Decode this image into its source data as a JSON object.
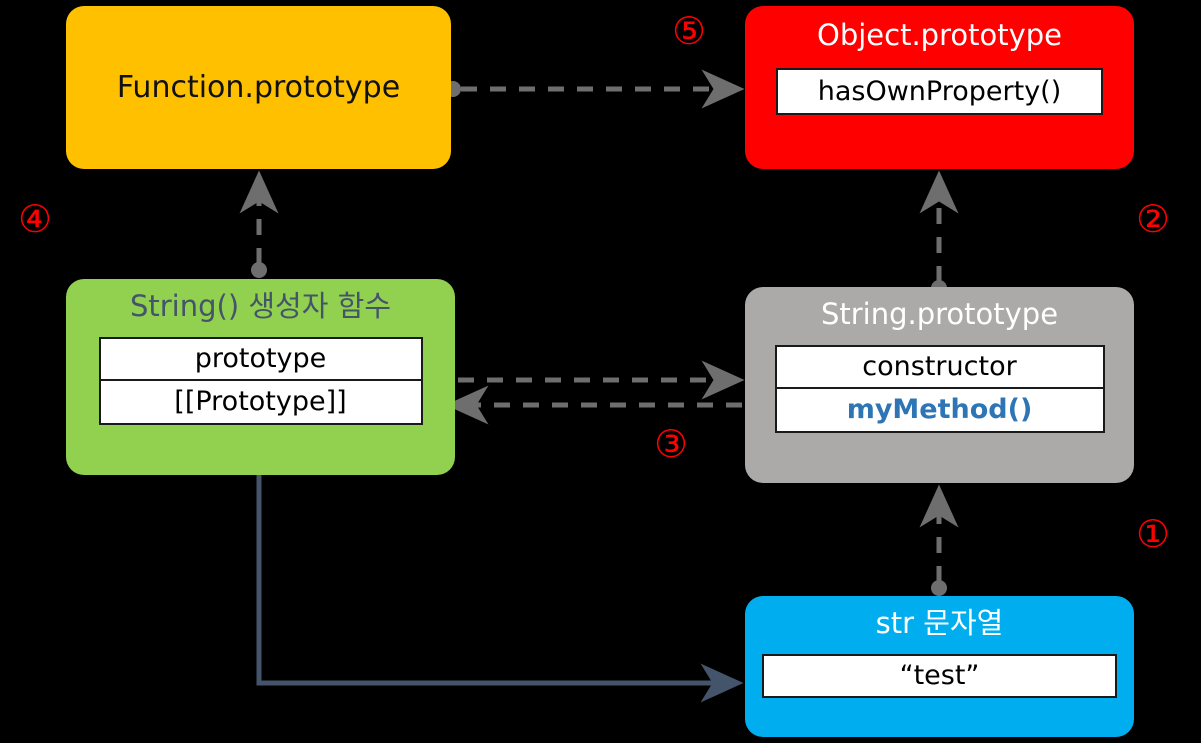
{
  "diagram": {
    "title": "JavaScript prototype chain diagram",
    "background": "#000000",
    "colors": {
      "function_prototype": "#ffc000",
      "object_prototype": "#ff0000",
      "string_constructor": "#92d050",
      "string_prototype": "#acaaa8",
      "str_instance": "#00aeef",
      "dashed_edge": "#6e6e6e",
      "solid_edge": "#44546a",
      "marker": "#ff0000",
      "accent_method": "#2e75b6",
      "ctor_title": "#44546a"
    }
  },
  "nodes": {
    "function_prototype": {
      "title": "Function.prototype",
      "slots": []
    },
    "object_prototype": {
      "title": "Object.prototype",
      "slots": [
        "hasOwnProperty()"
      ]
    },
    "string_constructor": {
      "title": "String() 생성자 함수",
      "slots": [
        "prototype",
        "[[Prototype]]"
      ]
    },
    "string_prototype": {
      "title": "String.prototype",
      "slots": [
        "constructor",
        "myMethod()"
      ]
    },
    "str_instance": {
      "title": "str 문자열",
      "slots": [
        "“test”"
      ]
    }
  },
  "markers": {
    "one": "①",
    "two": "②",
    "three": "③",
    "four": "④",
    "five": "⑤"
  },
  "edges": [
    {
      "id": "function-prototype-to-object-prototype",
      "from": "function_prototype",
      "to": "object_prototype",
      "style": "dashed",
      "marker": "⑤"
    },
    {
      "id": "string-constructor-to-function-prototype",
      "from": "string_constructor",
      "to": "function_prototype",
      "style": "dashed",
      "marker": "④"
    },
    {
      "id": "string-prototype-to-object-prototype",
      "from": "string_prototype",
      "to": "object_prototype",
      "style": "dashed",
      "marker": "②"
    },
    {
      "id": "string-constructor-to-string-prototype",
      "from": "string_constructor",
      "to": "string_prototype",
      "style": "dashed",
      "marker": "③"
    },
    {
      "id": "string-prototype-to-string-constructor",
      "from": "string_prototype",
      "to": "string_constructor",
      "style": "dashed",
      "marker": "③"
    },
    {
      "id": "str-instance-to-string-prototype",
      "from": "str_instance",
      "to": "string_prototype",
      "style": "dashed",
      "marker": "①"
    },
    {
      "id": "string-constructor-to-str-instance",
      "from": "string_constructor",
      "to": "str_instance",
      "style": "solid",
      "marker": ""
    }
  ]
}
